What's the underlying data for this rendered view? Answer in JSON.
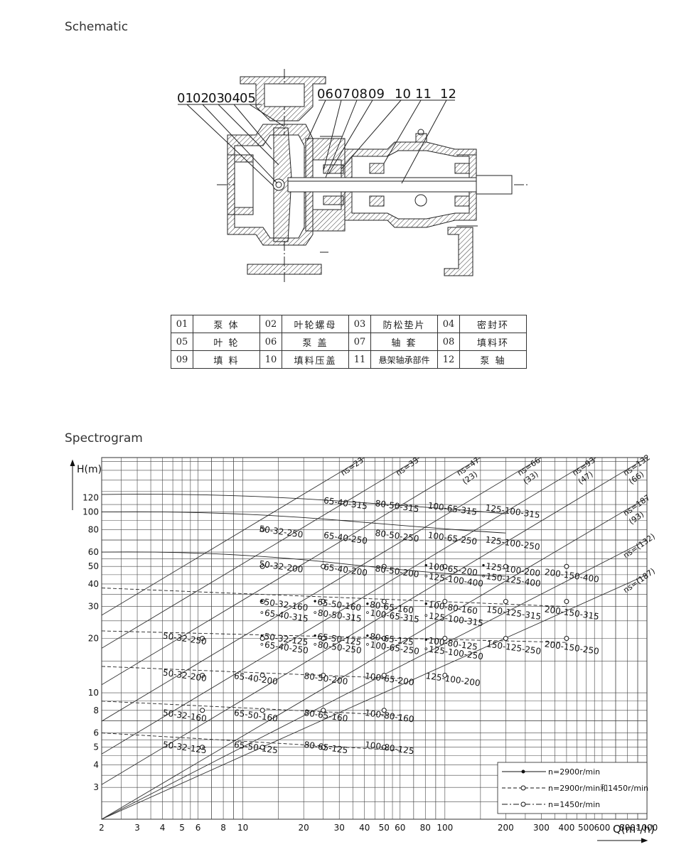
{
  "schematic": {
    "title": "Schematic",
    "callouts_left": [
      "01",
      "02",
      "03",
      "04",
      "05"
    ],
    "callouts_right": [
      "06",
      "07",
      "08",
      "09",
      "10",
      "11",
      "12"
    ],
    "parts": [
      {
        "no": "01",
        "name": "泵 体"
      },
      {
        "no": "02",
        "name": "叶轮螺母"
      },
      {
        "no": "03",
        "name": "防松垫片"
      },
      {
        "no": "04",
        "name": "密封环"
      },
      {
        "no": "05",
        "name": "叶 轮"
      },
      {
        "no": "06",
        "name": "泵 盖"
      },
      {
        "no": "07",
        "name": "轴 套"
      },
      {
        "no": "08",
        "name": "填料环"
      },
      {
        "no": "09",
        "name": "填 料"
      },
      {
        "no": "10",
        "name": "填料压盖"
      },
      {
        "no": "11",
        "name": "悬架轴承部件"
      },
      {
        "no": "12",
        "name": "泵 轴"
      }
    ]
  },
  "spectrogram": {
    "title": "Spectrogram",
    "chart_data": {
      "type": "line",
      "scale": "log-log",
      "ylabel": "H(m)",
      "xlabel": "Q(m³/h)",
      "xlim": [
        2,
        1000
      ],
      "ylim": [
        2,
        200
      ],
      "x_ticks": [
        "2",
        "3",
        "4",
        "5",
        "6",
        "8",
        "10",
        "20",
        "30",
        "40",
        "50",
        "60",
        "80",
        "100",
        "200",
        "300",
        "400",
        "500",
        "600",
        "800",
        "1000"
      ],
      "x_tick_values": [
        2,
        3,
        4,
        5,
        6,
        8,
        10,
        20,
        30,
        40,
        50,
        60,
        80,
        100,
        200,
        300,
        400,
        500,
        600,
        800,
        1000
      ],
      "y_ticks": [
        "3",
        "4",
        "5",
        "6",
        "8",
        "10",
        "20",
        "30",
        "40",
        "50",
        "60",
        "80",
        "100",
        "120"
      ],
      "y_tick_values": [
        3,
        4,
        5,
        6,
        8,
        10,
        20,
        30,
        40,
        50,
        60,
        80,
        100,
        120
      ],
      "grid": true,
      "ns_lines": [
        {
          "label": "ns=23",
          "label2": ""
        },
        {
          "label": "ns=33",
          "label2": ""
        },
        {
          "label": "ns=47",
          "label2": "(23)"
        },
        {
          "label": "ns=66",
          "label2": "(33)"
        },
        {
          "label": "ns=93",
          "label2": "(47)"
        },
        {
          "label": "ns=132",
          "label2": "(66)"
        },
        {
          "label": "ns=187",
          "label2": "(93)"
        },
        {
          "label": "ns=(132)",
          "label2": ""
        },
        {
          "label": "ns=(187)",
          "label2": ""
        }
      ],
      "series": [
        {
          "name": "n=2900r/min",
          "style": "solid"
        },
        {
          "name": "n=2900r/min和1450r/min",
          "style": "dashed"
        },
        {
          "name": "n=1450r/min",
          "style": "dashdot"
        }
      ],
      "zones": [
        {
          "label": "65-40-315",
          "x": 25,
          "y": 112
        },
        {
          "label": "80-50-315",
          "x": 45,
          "y": 108
        },
        {
          "label": "100-65-315",
          "x": 82,
          "y": 105
        },
        {
          "label": "125-100-315",
          "x": 158,
          "y": 102
        },
        {
          "label": "50-32-250",
          "x": 12,
          "y": 78
        },
        {
          "label": "65-40-250",
          "x": 25,
          "y": 72
        },
        {
          "label": "80-50-250",
          "x": 45,
          "y": 74
        },
        {
          "label": "100-65-250",
          "x": 82,
          "y": 72
        },
        {
          "label": "125-100-250",
          "x": 158,
          "y": 68
        },
        {
          "label": "50-32-200",
          "x": 12,
          "y": 50
        },
        {
          "label": "65-40-200",
          "x": 25,
          "y": 48
        },
        {
          "label": "80-50-200",
          "x": 45,
          "y": 47
        },
        {
          "label": "•100-65-200",
          "x": 78,
          "y": 49
        },
        {
          "label": "•125-100-200",
          "x": 150,
          "y": 49
        },
        {
          "label": "∘125-100-400",
          "x": 78,
          "y": 43
        },
        {
          "label": "∘150-125-400",
          "x": 150,
          "y": 43
        },
        {
          "label": "200-150-400",
          "x": 310,
          "y": 45
        },
        {
          "label": "•50-32-160",
          "x": 12,
          "y": 31
        },
        {
          "label": "•65-50-160",
          "x": 22,
          "y": 31
        },
        {
          "label": "•80-65-160",
          "x": 40,
          "y": 30
        },
        {
          "label": "•100-80-160",
          "x": 78,
          "y": 30
        },
        {
          "label": "∘65-40-315",
          "x": 12,
          "y": 27
        },
        {
          "label": "∘80-50-315",
          "x": 22,
          "y": 27
        },
        {
          "label": "∘100-65-315",
          "x": 40,
          "y": 27
        },
        {
          "label": "∘125-100-315",
          "x": 78,
          "y": 26
        },
        {
          "label": "150-125-315",
          "x": 160,
          "y": 28
        },
        {
          "label": "200-150-315",
          "x": 310,
          "y": 28
        },
        {
          "label": "50-32-250",
          "x": 4,
          "y": 20
        },
        {
          "label": "•50-32-125",
          "x": 12,
          "y": 20
        },
        {
          "label": "•65-50-125",
          "x": 22,
          "y": 20
        },
        {
          "label": "•80-65-125",
          "x": 40,
          "y": 20
        },
        {
          "label": "•100-80-125",
          "x": 78,
          "y": 19
        },
        {
          "label": "∘65-40-250",
          "x": 12,
          "y": 18
        },
        {
          "label": "∘80-50-250",
          "x": 22,
          "y": 18
        },
        {
          "label": "∘100-65-250",
          "x": 40,
          "y": 18
        },
        {
          "label": "∘125-100-250",
          "x": 78,
          "y": 17
        },
        {
          "label": "150-125-250",
          "x": 160,
          "y": 18
        },
        {
          "label": "200-150-250",
          "x": 310,
          "y": 18
        },
        {
          "label": "50-32-200",
          "x": 4,
          "y": 12.5
        },
        {
          "label": "65-40-200",
          "x": 9,
          "y": 12
        },
        {
          "label": "80-50-200",
          "x": 20,
          "y": 12
        },
        {
          "label": "100-65-200",
          "x": 40,
          "y": 12
        },
        {
          "label": "125-100-200",
          "x": 80,
          "y": 12
        },
        {
          "label": "50-32-160",
          "x": 4,
          "y": 7.5
        },
        {
          "label": "65-50-160",
          "x": 9,
          "y": 7.5
        },
        {
          "label": "80-65-160",
          "x": 20,
          "y": 7.5
        },
        {
          "label": "100-80-160",
          "x": 40,
          "y": 7.5
        },
        {
          "label": "50-32-125",
          "x": 4,
          "y": 5
        },
        {
          "label": "65-50-125",
          "x": 9,
          "y": 5
        },
        {
          "label": "80-65-125",
          "x": 20,
          "y": 5
        },
        {
          "label": "100-80-125",
          "x": 40,
          "y": 5
        }
      ]
    }
  }
}
